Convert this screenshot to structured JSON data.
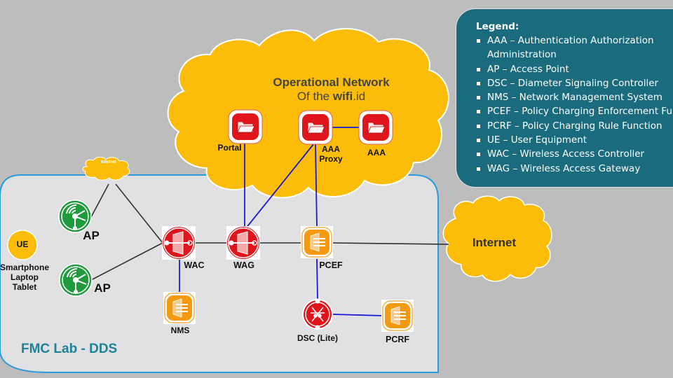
{
  "clouds": {
    "operational": {
      "title": "Operational Network",
      "subtitle_prefix": "Of the ",
      "subtitle_brand": "wifi",
      "subtitle_suffix": ".id"
    },
    "internet": {
      "label": "Internet"
    },
    "small_internet": {
      "label": "Internet"
    }
  },
  "lab": {
    "title": "FMC Lab - DDS"
  },
  "nodes": {
    "portal": {
      "label": "Portal",
      "icon": "folder-icon"
    },
    "aaa_proxy": {
      "label_line1": "AAA",
      "label_line2": "Proxy",
      "icon": "folder-icon"
    },
    "aaa": {
      "label": "AAA",
      "icon": "folder-icon"
    },
    "ap1": {
      "label": "AP",
      "icon": "access-point-icon"
    },
    "ap2": {
      "label": "AP",
      "icon": "access-point-icon"
    },
    "ue": {
      "label": "UE",
      "desc_lines": [
        "Smartphone",
        "Laptop",
        "Tablet"
      ]
    },
    "wac": {
      "label": "WAC",
      "icon": "gateway-icon"
    },
    "wag": {
      "label": "WAG",
      "icon": "gateway-icon"
    },
    "pcef": {
      "label": "PCEF",
      "icon": "server-icon"
    },
    "nms": {
      "label": "NMS",
      "icon": "server-icon"
    },
    "dsc": {
      "label": "DSC (Lite)",
      "icon": "signaling-controller-icon"
    },
    "pcrf": {
      "label": "PCRF",
      "icon": "server-icon"
    }
  },
  "legend": {
    "title": "Legend:",
    "items": [
      "AAA – Authentication Authorization",
      "Administration",
      "AP – Access Point",
      "DSC – Diameter Signaling Controller",
      "NMS – Network Management System",
      "PCEF – Policy Charging Enforcement Function",
      "PCRF – Policy Charging Rule Function",
      "UE – User Equipment",
      "WAC – Wireless Access Controller",
      "WAG – Wireless Access Gateway"
    ]
  },
  "colors": {
    "background": "#bdbdbd",
    "cloud": "#fbbd09",
    "lab_panel": "#e1e1e3",
    "lab_border": "#2b9be0",
    "lab_title": "#1f8296",
    "legend_bg": "#1b6b7f",
    "link_blue": "#1a1ad6",
    "link_dark": "#333333",
    "red_icon": "#e0151c",
    "green_icon": "#1f9a3c",
    "orange_icon": "#f39a12"
  }
}
